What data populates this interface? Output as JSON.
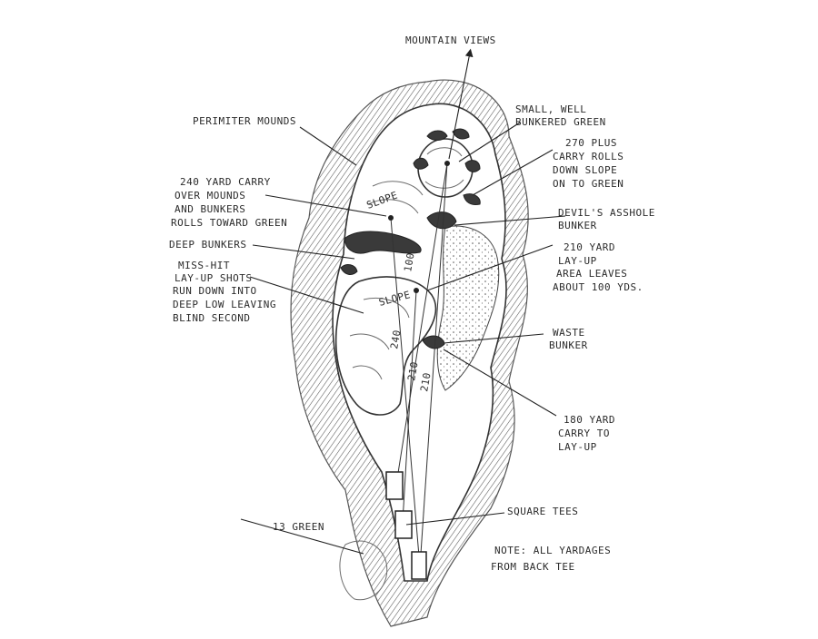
{
  "labels": {
    "mountain_views": "MOUNTAIN VIEWS",
    "perimeter_mounds": "PERIMITER MOUNDS",
    "small_green": [
      "SMALL, WELL",
      "BUNKERED GREEN"
    ],
    "carry_270": [
      "270 PLUS",
      "CARRY ROLLS",
      "DOWN SLOPE",
      "ON TO GREEN"
    ],
    "carry_240": [
      "240 YARD CARRY",
      "OVER MOUNDS",
      "AND BUNKERS",
      "ROLLS TOWARD GREEN"
    ],
    "devils_bunker": [
      "DEVIL'S ASSHOLE",
      "BUNKER"
    ],
    "deep_bunkers": "DEEP BUNKERS",
    "layup_210": [
      "210 YARD",
      "LAY-UP",
      "AREA LEAVES",
      "ABOUT 100 YDS."
    ],
    "mis_hit": [
      "MISS-HIT",
      "LAY-UP SHOTS",
      "RUN DOWN INTO",
      "DEEP LOW LEAVING",
      "BLIND SECOND"
    ],
    "waste_bunker": [
      "WASTE",
      "BUNKER"
    ],
    "carry_180": [
      "180 YARD",
      "CARRY TO",
      "LAY-UP"
    ],
    "square_tees": "SQUARE TEES",
    "green_13": "13 GREEN",
    "note": [
      "NOTE: ALL YARDAGES",
      "FROM BACK TEE"
    ],
    "slope_upper": "SLOPE",
    "slope_lower": "SLOPE",
    "yard_100": "100",
    "yard_210a": "210",
    "yard_210b": "210",
    "yard_240": "240"
  }
}
